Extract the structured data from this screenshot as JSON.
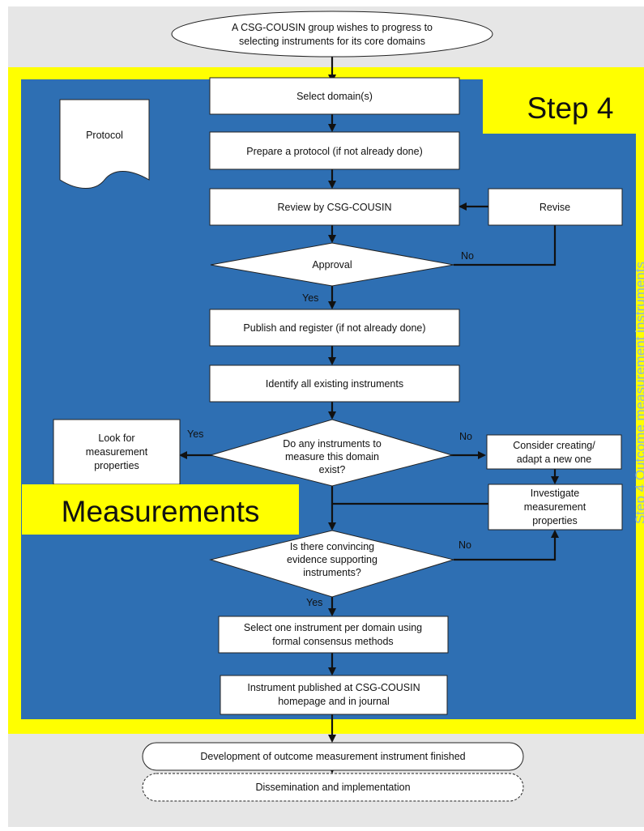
{
  "colors": {
    "page_background": "#ffffff",
    "outer_panel": "#e6e6e6",
    "step_panel": "#2e6fb3",
    "highlight": "#ffff00",
    "box_fill": "#ffffff",
    "line": "#111111"
  },
  "start_node": {
    "line1": "A CSG-COUSIN group wishes to progress to",
    "line2": "selecting instruments for its core domains"
  },
  "protocol_doc": "Protocol",
  "step_callout": "Step 4",
  "measurements_callout": "Measurements",
  "side_label": "Step 4 Outcome measurement instruments",
  "boxes": {
    "select_domain": "Select domain(s)",
    "prepare_protocol": "Prepare a protocol (if not already done)",
    "review": "Review by CSG-COUSIN",
    "revise": "Revise",
    "publish": "Publish and register (if not already done)",
    "identify": "Identify all existing instruments",
    "look_for": [
      "Look for",
      "measurement",
      "properties"
    ],
    "consider": [
      "Consider creating/",
      "adapt a new one"
    ],
    "investigate": [
      "Investigate",
      "measurement",
      "properties"
    ],
    "select_one": [
      "Select one instrument per domain using",
      "formal consensus methods"
    ],
    "published": [
      "Instrument published at CSG-COUSIN",
      "homepage and in journal"
    ]
  },
  "decisions": {
    "approval": [
      "Approval"
    ],
    "instruments_exist": [
      "Do any instruments  to",
      "measure this domain",
      "exist?"
    ],
    "evidence": [
      "Is there convincing",
      "evidence supporting",
      "instruments?"
    ]
  },
  "edge_labels": {
    "approval_no": "No",
    "approval_yes": "Yes",
    "exist_yes": "Yes",
    "exist_no": "No",
    "evidence_no": "No",
    "evidence_yes": "Yes"
  },
  "end_nodes": {
    "development_finished": "Development of outcome measurement instrument finished",
    "dissemination": "Dissemination and implementation"
  }
}
